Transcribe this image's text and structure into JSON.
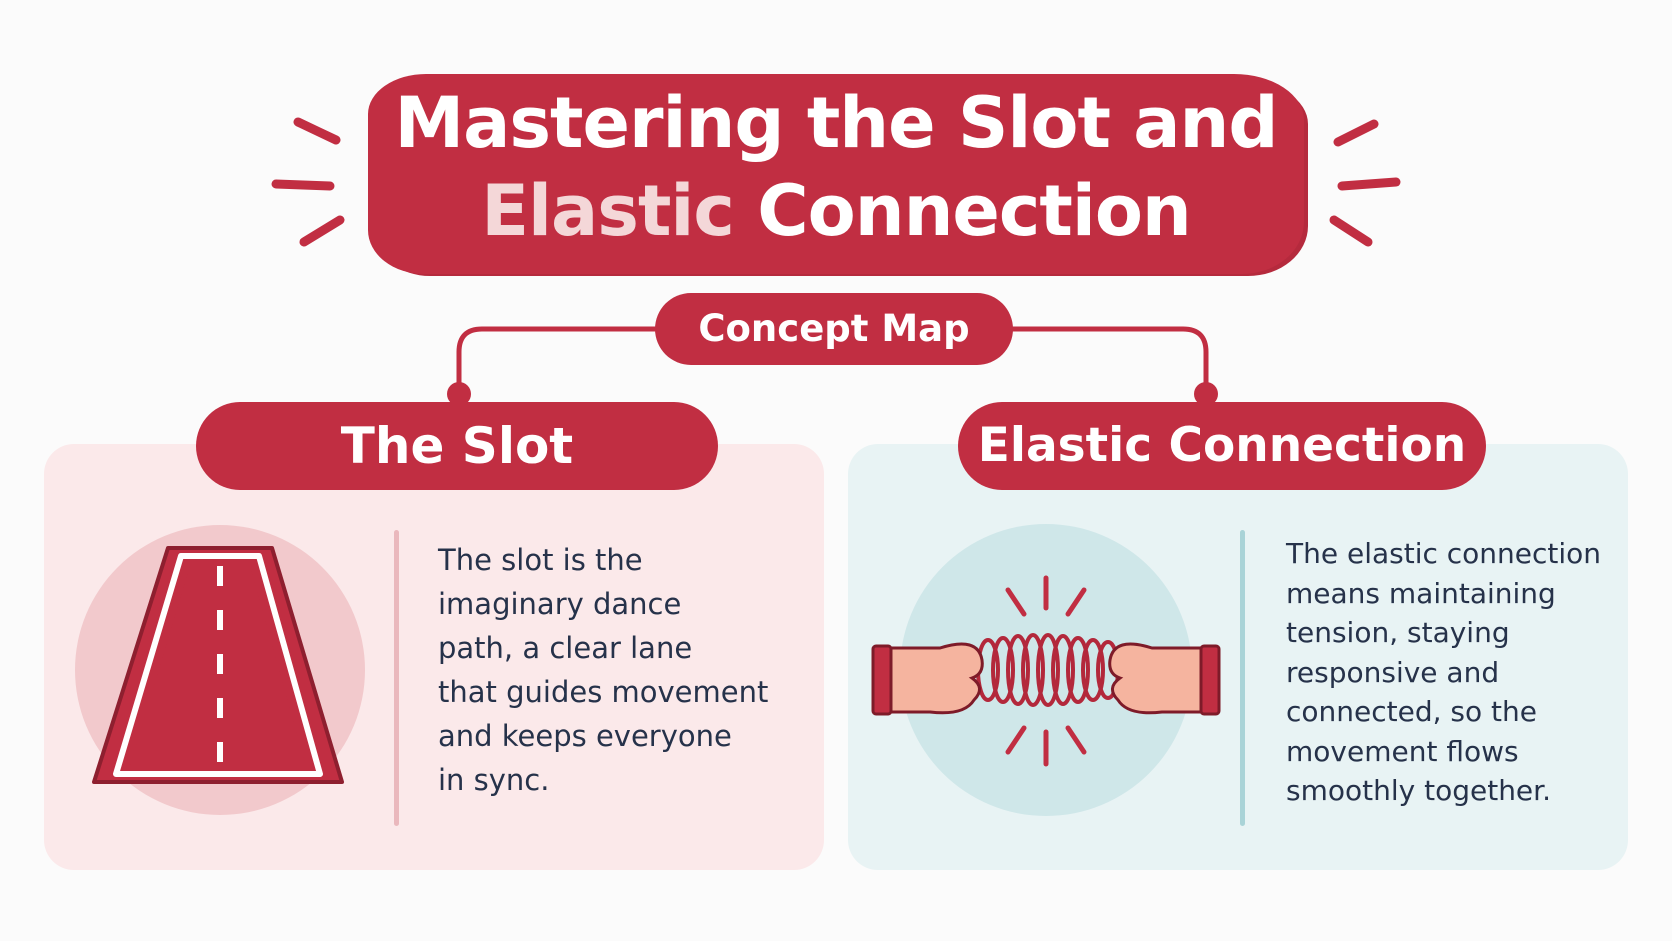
{
  "title": {
    "line1": "Mastering the Slot and",
    "line2_highlight": "Elastic",
    "line2_rest": " Connection"
  },
  "concept_map": {
    "label": "Concept Map"
  },
  "slot": {
    "heading": "The Slot",
    "description": "The slot is the\nimaginary dance\npath, a clear lane\nthat guides movement\nand keeps everyone\nin sync.",
    "icon": "road-icon"
  },
  "elastic": {
    "heading": "Elastic Connection",
    "description": "The elastic connection\nmeans maintaining\ntension, staying\nresponsive and\nconnected, so the\nmovement flows\nsmoothly together.",
    "icon": "spring-hands-icon"
  },
  "colors": {
    "accent": "#c12e42",
    "left_panel": "#fbe9ea",
    "right_panel": "#e8f3f4",
    "text": "#26324a"
  }
}
